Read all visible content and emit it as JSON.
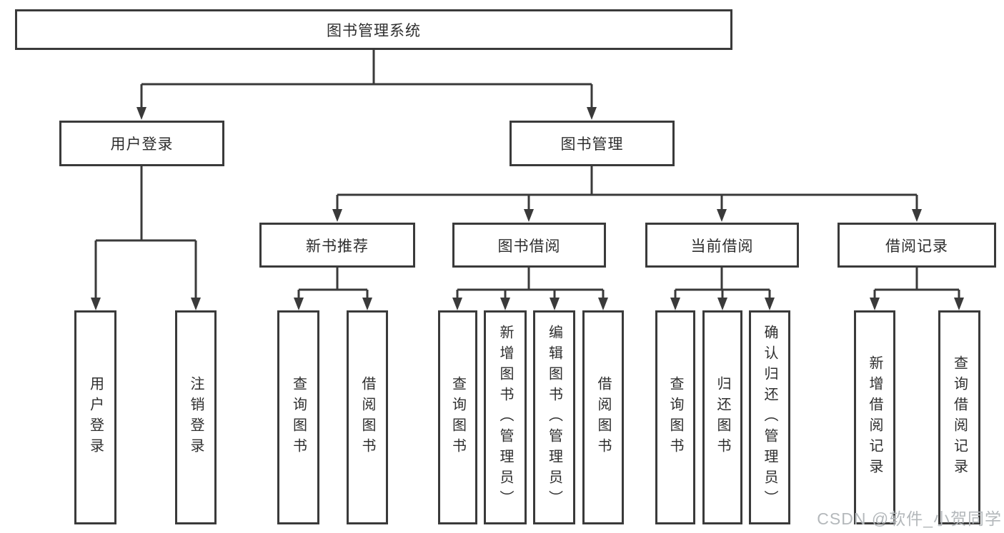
{
  "colors": {
    "line": "#3a3a3a",
    "text": "#2e2e2e",
    "background": "#ffffff",
    "watermark": "#b4b8bb"
  },
  "nodes": {
    "root": "图书管理系统",
    "user_login": "用户登录",
    "book_mgmt": "图书管理",
    "new_book": "新书推荐",
    "book_borrow": "图书借阅",
    "current_borrow": "当前借阅",
    "borrow_record": "借阅记录",
    "leaf_user_login": "用户登录",
    "leaf_logout": "注销登录",
    "leaf_newbook_query": "查询图书",
    "leaf_newbook_borrow": "借阅图书",
    "leaf_borrow_query": "查询图书",
    "leaf_borrow_add": "新增图书（管理员）",
    "leaf_borrow_edit": "编辑图书（管理员）",
    "leaf_borrow_borrow": "借阅图书",
    "leaf_current_query": "查询图书",
    "leaf_current_return": "归还图书",
    "leaf_current_confirm": "确认归还（管理员）",
    "leaf_record_add": "新增借阅记录",
    "leaf_record_query": "查询借阅记录"
  },
  "watermark": "CSDN @软件_小贺同学"
}
